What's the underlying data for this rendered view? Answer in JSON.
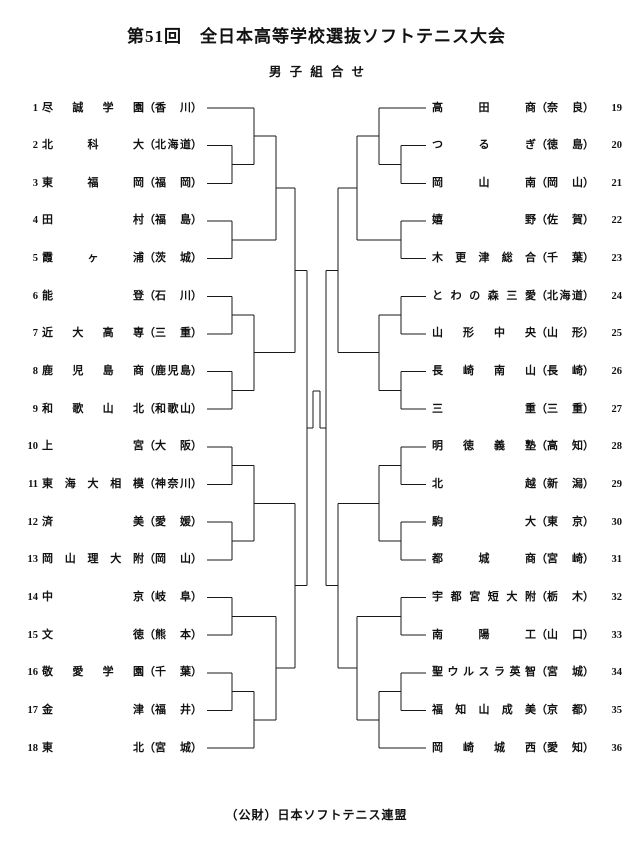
{
  "header": {
    "title": "第51回　全日本高等学校選抜ソフトテニス大会",
    "subtitle": "男子組合せ"
  },
  "footer": {
    "text": "（公財）日本ソフトテニス連盟"
  },
  "format": {
    "paren_open": "（",
    "paren_close": "）"
  },
  "bracket": {
    "left": [
      {
        "seed": 1,
        "name": "尽誠学園",
        "pref": "香川"
      },
      {
        "seed": 2,
        "name": "北科大",
        "pref": "北海道"
      },
      {
        "seed": 3,
        "name": "東福岡",
        "pref": "福岡"
      },
      {
        "seed": 4,
        "name": "田村",
        "pref": "福島"
      },
      {
        "seed": 5,
        "name": "霞ヶ浦",
        "pref": "茨城"
      },
      {
        "seed": 6,
        "name": "能登",
        "pref": "石川"
      },
      {
        "seed": 7,
        "name": "近大高専",
        "pref": "三重"
      },
      {
        "seed": 8,
        "name": "鹿児島商",
        "pref": "鹿児島"
      },
      {
        "seed": 9,
        "name": "和歌山北",
        "pref": "和歌山"
      },
      {
        "seed": 10,
        "name": "上宮",
        "pref": "大阪"
      },
      {
        "seed": 11,
        "name": "東海大相模",
        "pref": "神奈川"
      },
      {
        "seed": 12,
        "name": "済美",
        "pref": "愛媛"
      },
      {
        "seed": 13,
        "name": "岡山理大附",
        "pref": "岡山"
      },
      {
        "seed": 14,
        "name": "中京",
        "pref": "岐阜"
      },
      {
        "seed": 15,
        "name": "文徳",
        "pref": "熊本"
      },
      {
        "seed": 16,
        "name": "敬愛学園",
        "pref": "千葉"
      },
      {
        "seed": 17,
        "name": "金津",
        "pref": "福井"
      },
      {
        "seed": 18,
        "name": "東北",
        "pref": "宮城"
      }
    ],
    "right": [
      {
        "seed": 19,
        "name": "高田商",
        "pref": "奈良"
      },
      {
        "seed": 20,
        "name": "つるぎ",
        "pref": "徳島"
      },
      {
        "seed": 21,
        "name": "岡山南",
        "pref": "岡山"
      },
      {
        "seed": 22,
        "name": "嬉野",
        "pref": "佐賀"
      },
      {
        "seed": 23,
        "name": "木更津総合",
        "pref": "千葉"
      },
      {
        "seed": 24,
        "name": "とわの森三愛",
        "pref": "北海道"
      },
      {
        "seed": 25,
        "name": "山形中央",
        "pref": "山形"
      },
      {
        "seed": 26,
        "name": "長崎南山",
        "pref": "長崎"
      },
      {
        "seed": 27,
        "name": "三重",
        "pref": "三重"
      },
      {
        "seed": 28,
        "name": "明徳義塾",
        "pref": "高知"
      },
      {
        "seed": 29,
        "name": "北越",
        "pref": "新潟"
      },
      {
        "seed": 30,
        "name": "駒大",
        "pref": "東京"
      },
      {
        "seed": 31,
        "name": "都城商",
        "pref": "宮崎"
      },
      {
        "seed": 32,
        "name": "宇都宮短大附",
        "pref": "栃木"
      },
      {
        "seed": 33,
        "name": "南陽工",
        "pref": "山口"
      },
      {
        "seed": 34,
        "name": "聖ウルスラ英智",
        "pref": "宮城"
      },
      {
        "seed": 35,
        "name": "福知山成美",
        "pref": "京都"
      },
      {
        "seed": 36,
        "name": "岡崎城西",
        "pref": "愛知"
      }
    ]
  }
}
